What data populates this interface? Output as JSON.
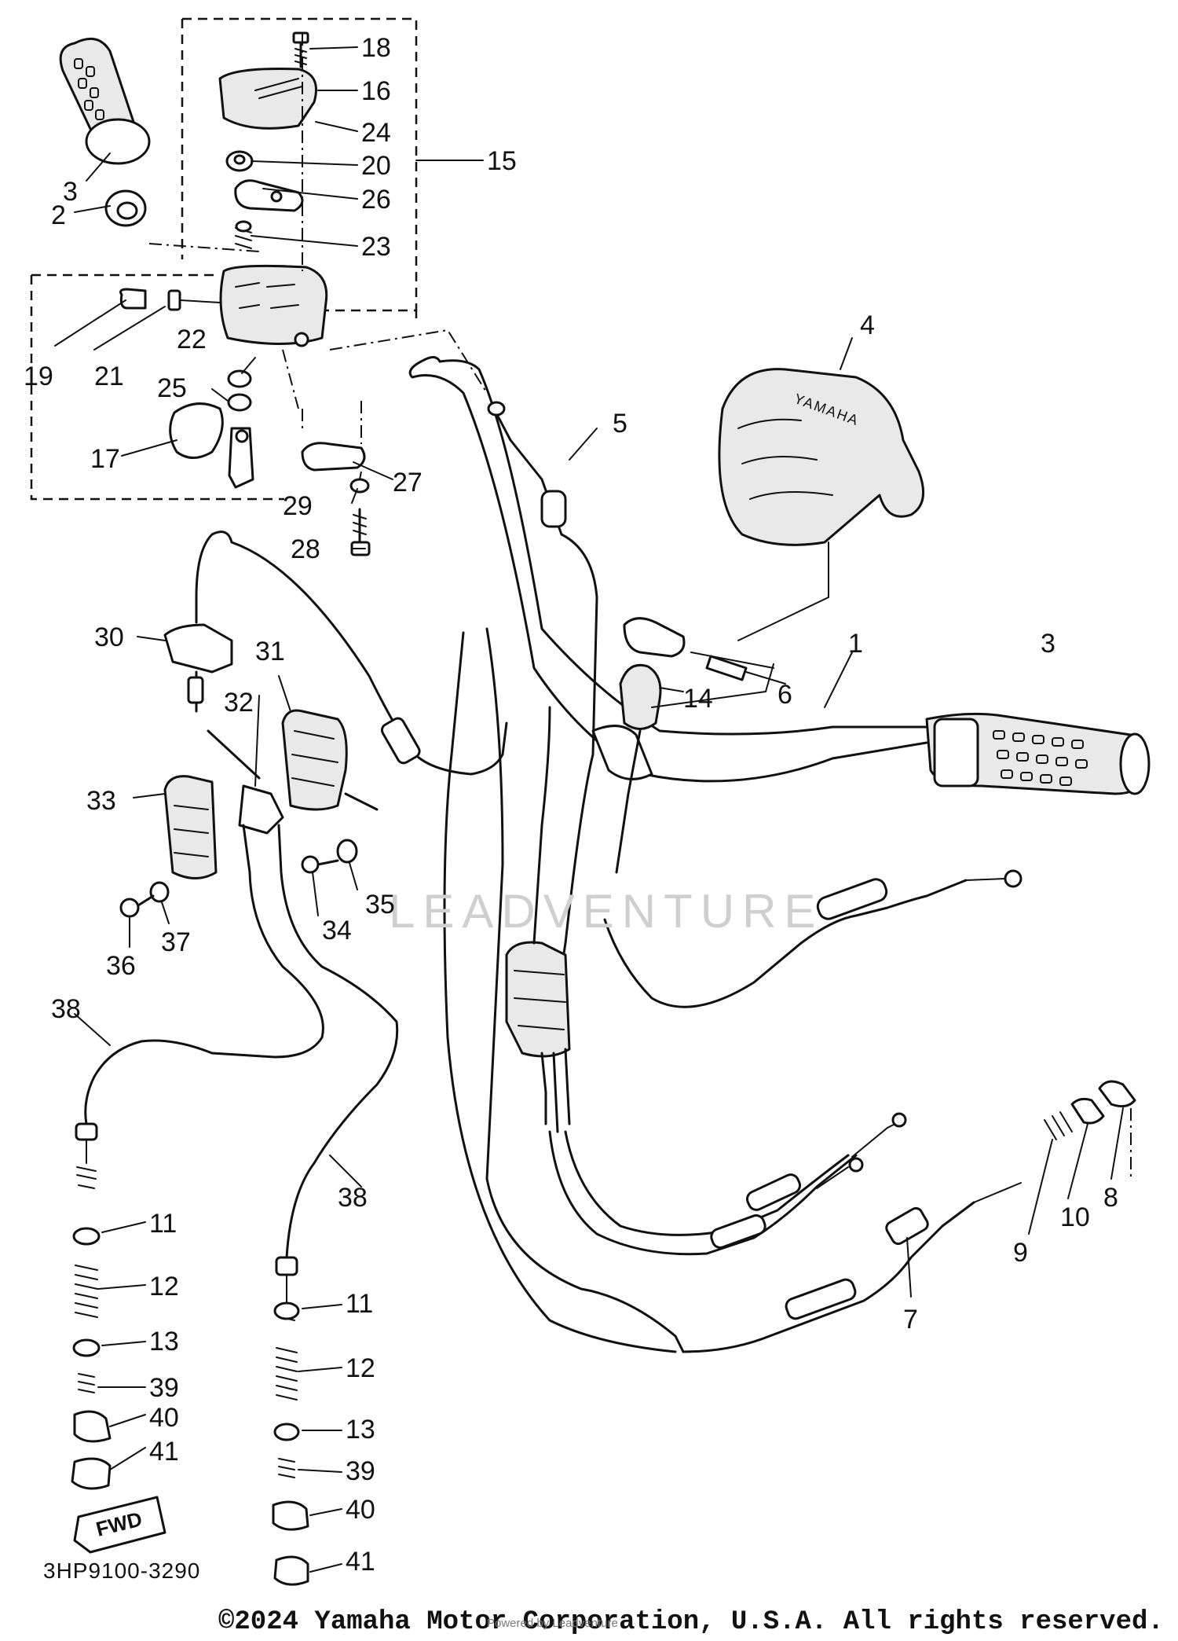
{
  "diagram": {
    "drawing_code": "3HP9100-3290",
    "watermark": "LEADVENTURE",
    "grip_brand": "YAMAHA",
    "fwd_tag": "FWD",
    "copyright": "©2024 Yamaha Motor Corporation, U.S.A. All rights reserved.",
    "powered_by": "Powered by Leadventure",
    "callouts": [
      {
        "id": "c18",
        "label": "18"
      },
      {
        "id": "c16",
        "label": "16"
      },
      {
        "id": "c24",
        "label": "24"
      },
      {
        "id": "c20",
        "label": "20"
      },
      {
        "id": "c15",
        "label": "15"
      },
      {
        "id": "c26",
        "label": "26"
      },
      {
        "id": "c3a",
        "label": "3"
      },
      {
        "id": "c2",
        "label": "2"
      },
      {
        "id": "c23",
        "label": "23"
      },
      {
        "id": "c19",
        "label": "19"
      },
      {
        "id": "c21",
        "label": "21"
      },
      {
        "id": "c22",
        "label": "22"
      },
      {
        "id": "c25",
        "label": "25"
      },
      {
        "id": "c17",
        "label": "17"
      },
      {
        "id": "c27",
        "label": "27"
      },
      {
        "id": "c29",
        "label": "29"
      },
      {
        "id": "c28",
        "label": "28"
      },
      {
        "id": "c4",
        "label": "4"
      },
      {
        "id": "c5",
        "label": "5"
      },
      {
        "id": "c1",
        "label": "1"
      },
      {
        "id": "c3b",
        "label": "3"
      },
      {
        "id": "c6",
        "label": "6"
      },
      {
        "id": "c14",
        "label": "14"
      },
      {
        "id": "c30",
        "label": "30"
      },
      {
        "id": "c31",
        "label": "31"
      },
      {
        "id": "c32",
        "label": "32"
      },
      {
        "id": "c33",
        "label": "33"
      },
      {
        "id": "c35",
        "label": "35"
      },
      {
        "id": "c34",
        "label": "34"
      },
      {
        "id": "c37",
        "label": "37"
      },
      {
        "id": "c36",
        "label": "36"
      },
      {
        "id": "c38a",
        "label": "38"
      },
      {
        "id": "c38b",
        "label": "38"
      },
      {
        "id": "c11a",
        "label": "11"
      },
      {
        "id": "c12a",
        "label": "12"
      },
      {
        "id": "c13a",
        "label": "13"
      },
      {
        "id": "c39a",
        "label": "39"
      },
      {
        "id": "c40a",
        "label": "40"
      },
      {
        "id": "c41a",
        "label": "41"
      },
      {
        "id": "c11b",
        "label": "11"
      },
      {
        "id": "c12b",
        "label": "12"
      },
      {
        "id": "c13b",
        "label": "13"
      },
      {
        "id": "c39b",
        "label": "39"
      },
      {
        "id": "c40b",
        "label": "40"
      },
      {
        "id": "c41b",
        "label": "41"
      },
      {
        "id": "c7",
        "label": "7"
      },
      {
        "id": "c9",
        "label": "9"
      },
      {
        "id": "c10",
        "label": "10"
      },
      {
        "id": "c8",
        "label": "8"
      }
    ]
  }
}
